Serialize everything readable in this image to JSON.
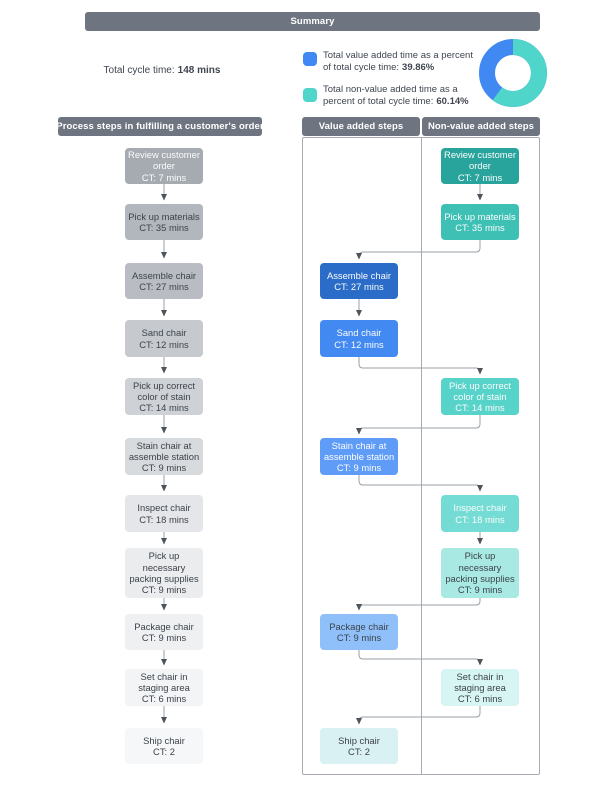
{
  "summary": {
    "title": "Summary",
    "total_cycle_label": "Total cycle time:",
    "total_cycle_value": "148 mins",
    "legend": [
      {
        "label": "Total value added time as a percent of total cycle time:",
        "value": "39.86%",
        "color": "#4189f2"
      },
      {
        "label": "Total non-value added time as a percent of total cycle time:",
        "value": "60.14%",
        "color": "#4fd5ca"
      }
    ],
    "donut": {
      "type": "pie",
      "slices": [
        {
          "name": "Total value added time",
          "pct": 39.86,
          "color": "#4189f2"
        },
        {
          "name": "Total non-value added time",
          "pct": 60.14,
          "color": "#4fd5ca"
        }
      ]
    }
  },
  "headers": {
    "process": "Process steps in fulfilling a customer's order",
    "value": "Value added steps",
    "non_value": "Non-value added steps"
  },
  "colors": {
    "header_bar": "#6e7580",
    "value_accent": "#4189f2",
    "nonvalue_accent": "#4fd5ca",
    "connector": "#9aa0a5"
  },
  "steps": [
    {
      "label": "Review customer order",
      "ct": "CT: 7 mins",
      "category": "non-value",
      "left_fill": "#a6abb1",
      "right_fill": "#29a49c"
    },
    {
      "label": "Pick up materials",
      "ct": "CT: 35 mins",
      "category": "non-value",
      "left_fill": "#b2b7bd",
      "right_fill": "#3ec0b5"
    },
    {
      "label": "Assemble chair",
      "ct": "CT: 27 mins",
      "category": "value",
      "left_fill": "#b9bdc3",
      "right_fill": "#2a6cc8"
    },
    {
      "label": "Sand chair",
      "ct": "CT: 12 mins",
      "category": "value",
      "left_fill": "#c6cacf",
      "right_fill": "#4289f2"
    },
    {
      "label": "Pick up correct color of stain",
      "ct": "CT: 14 mins",
      "category": "non-value",
      "left_fill": "#ced2d6",
      "right_fill": "#58d3c9"
    },
    {
      "label": "Stain chair at assemble station",
      "ct": "CT: 9 mins",
      "category": "value",
      "left_fill": "#d8dbde",
      "right_fill": "#5f9cf7"
    },
    {
      "label": "Inspect chair",
      "ct": "CT: 18 mins",
      "category": "non-value",
      "left_fill": "#e4e6e9",
      "right_fill": "#74dcd4"
    },
    {
      "label": "Pick up necessary packing supplies",
      "ct": "CT: 9 mins",
      "category": "non-value",
      "left_fill": "#eaeced",
      "right_fill": "#a9e9e3"
    },
    {
      "label": "Package chair",
      "ct": "CT: 9 mins",
      "category": "value",
      "left_fill": "#eef0f1",
      "right_fill": "#90c0fa"
    },
    {
      "label": "Set chair in staging area",
      "ct": "CT: 6 mins",
      "category": "non-value",
      "left_fill": "#f3f4f5",
      "right_fill": "#d7f5f2"
    },
    {
      "label": "Ship chair",
      "ct": "CT: 2",
      "category": "value",
      "left_fill": "#f6f7f8",
      "right_fill": "#daf1f4"
    }
  ]
}
